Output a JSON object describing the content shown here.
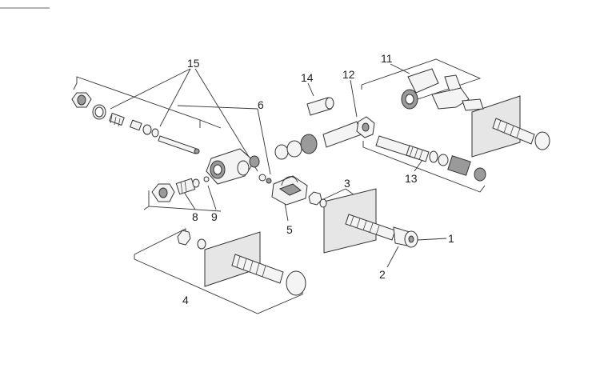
{
  "diagram": {
    "labels": [
      {
        "id": "1",
        "text": "1"
      },
      {
        "id": "2",
        "text": "2"
      },
      {
        "id": "3",
        "text": "3"
      },
      {
        "id": "4",
        "text": "4"
      },
      {
        "id": "5",
        "text": "5"
      },
      {
        "id": "6",
        "text": "6"
      },
      {
        "id": "8",
        "text": "8"
      },
      {
        "id": "9",
        "text": "9"
      },
      {
        "id": "11",
        "text": "11"
      },
      {
        "id": "12",
        "text": "12"
      },
      {
        "id": "13",
        "text": "13"
      },
      {
        "id": "14",
        "text": "14"
      },
      {
        "id": "15",
        "text": "15"
      }
    ]
  }
}
